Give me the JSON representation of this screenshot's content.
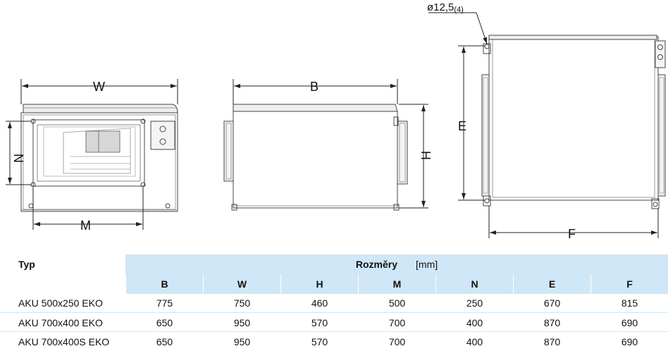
{
  "drawing": {
    "front_view": {
      "width_label": "W",
      "height_label": "N",
      "bottom_label": "M"
    },
    "side_view": {
      "length_label": "B",
      "height_label": "H"
    },
    "top_view": {
      "hole_label": "ø12,5",
      "hole_count": "(4)",
      "length_label": "E",
      "width_label": "F"
    }
  },
  "table": {
    "type_header": "Typ",
    "group_header": "Rozměry",
    "unit": "[mm]",
    "columns": [
      "B",
      "W",
      "H",
      "M",
      "N",
      "E",
      "F"
    ],
    "rows": [
      {
        "type": "AKU 500x250 EKO",
        "values": [
          "775",
          "750",
          "460",
          "500",
          "250",
          "670",
          "815"
        ]
      },
      {
        "type": "AKU 700x400 EKO",
        "values": [
          "650",
          "950",
          "570",
          "700",
          "400",
          "870",
          "690"
        ]
      },
      {
        "type": "AKU 700x400S EKO",
        "values": [
          "650",
          "950",
          "570",
          "700",
          "400",
          "870",
          "690"
        ]
      }
    ]
  },
  "colors": {
    "header_fill": "#cfe7f7",
    "line": "#444444"
  }
}
